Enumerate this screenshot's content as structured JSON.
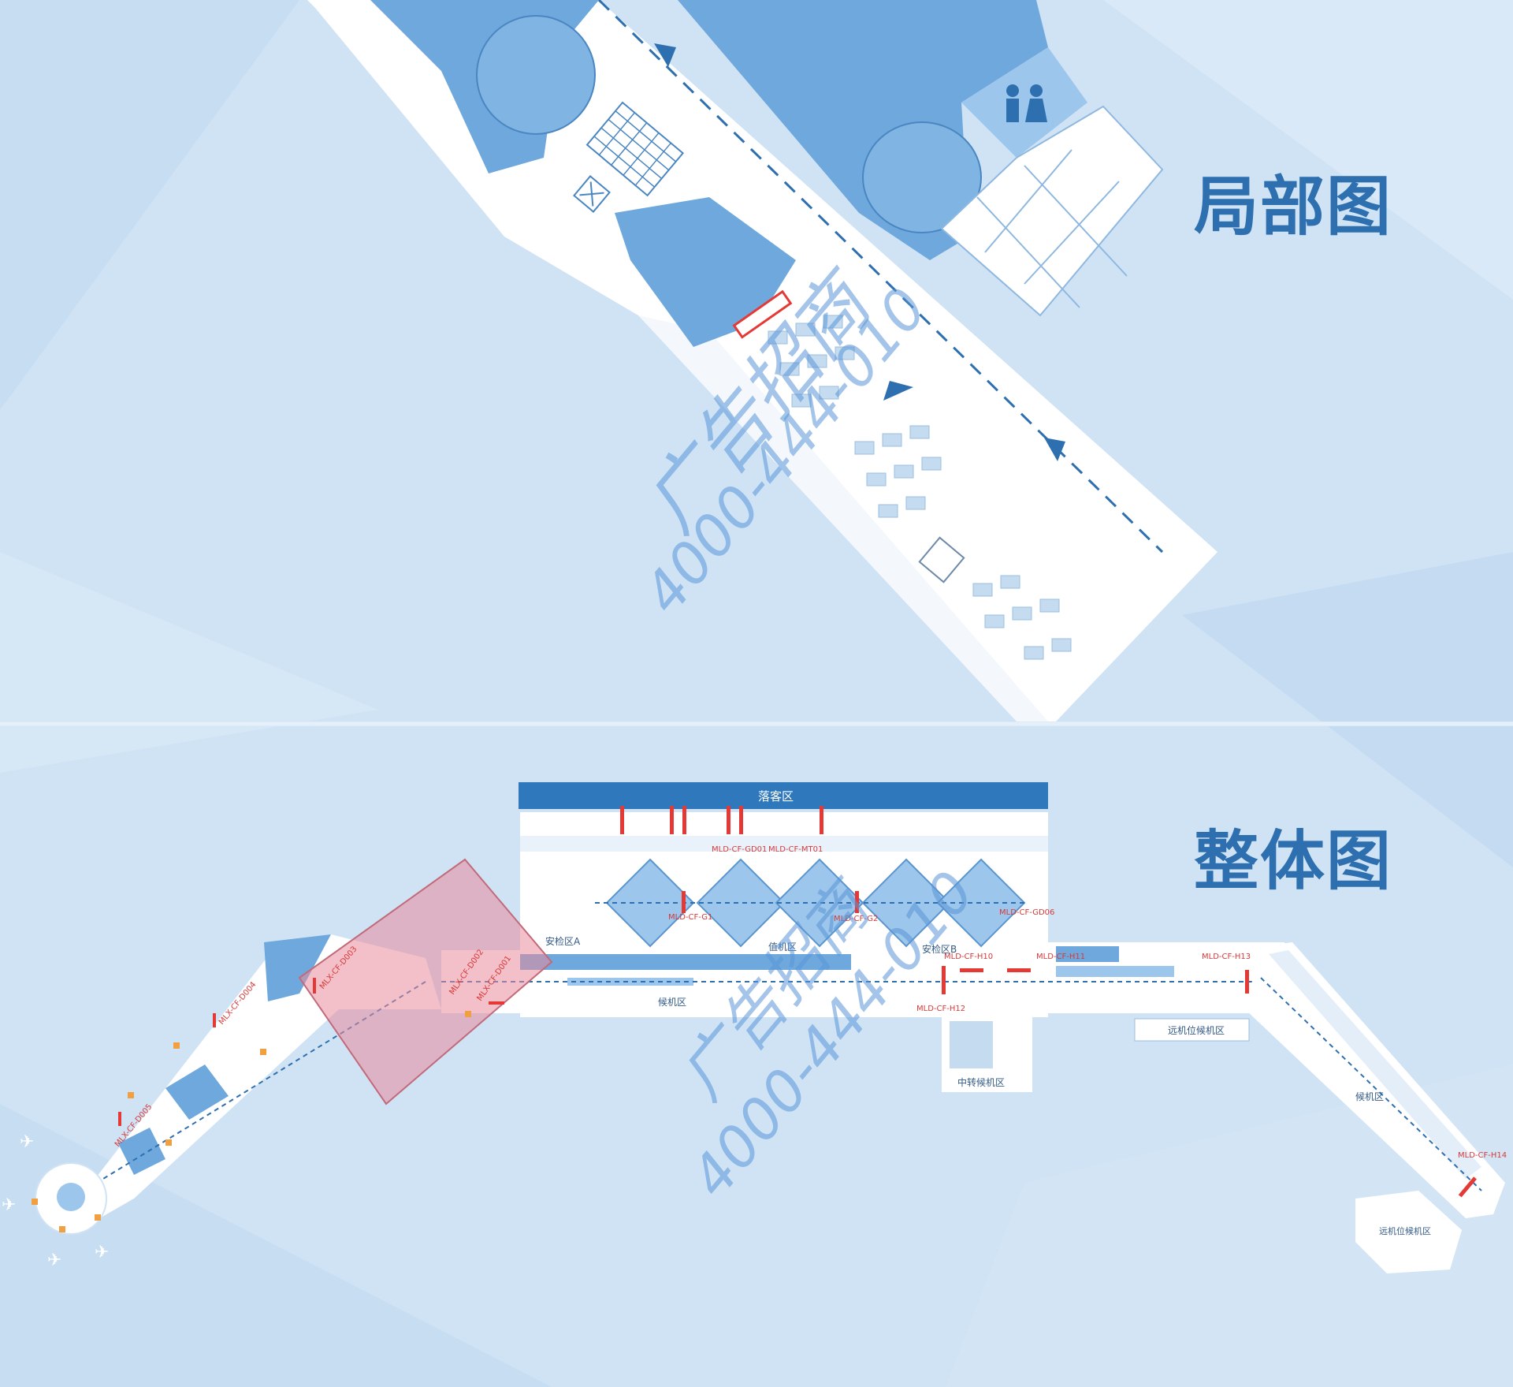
{
  "titles": {
    "local": "局部图",
    "overall": "整体图"
  },
  "watermark": {
    "text": "广告招商",
    "phone": "4000-444-010"
  },
  "overview": {
    "zones": {
      "arrival": "落客区",
      "checkin": "值机区",
      "security_a": "安检区A",
      "security_b": "安检区B",
      "waiting": "候机区",
      "waiting_right": "候机区",
      "remote_waiting": "远机位候机区",
      "remote_waiting_2": "远机位候机区",
      "transfer_waiting": "中转候机区"
    },
    "ad_labels": [
      "MLX-CF-D001",
      "MLX-CF-D002",
      "MLX-CF-D003",
      "MLX-CF-D004",
      "MLX-CF-D005",
      "MLD-CF-GD01",
      "MLD-CF-MT01",
      "MLD-CF-G1",
      "MLD-CF-G2",
      "MLD-CF-GD06",
      "MLD-CF-H10",
      "MLD-CF-H11",
      "MLD-CF-H12",
      "MLD-CF-H13",
      "MLD-CF-H14"
    ]
  },
  "colors": {
    "background": "#cfe3f5",
    "floor": "#ffffff",
    "block": "#6ea8dc",
    "block_light": "#9cc6ec",
    "highlight": "#e98a9a",
    "ad": "#e53935",
    "title": "#2e6fb0"
  }
}
